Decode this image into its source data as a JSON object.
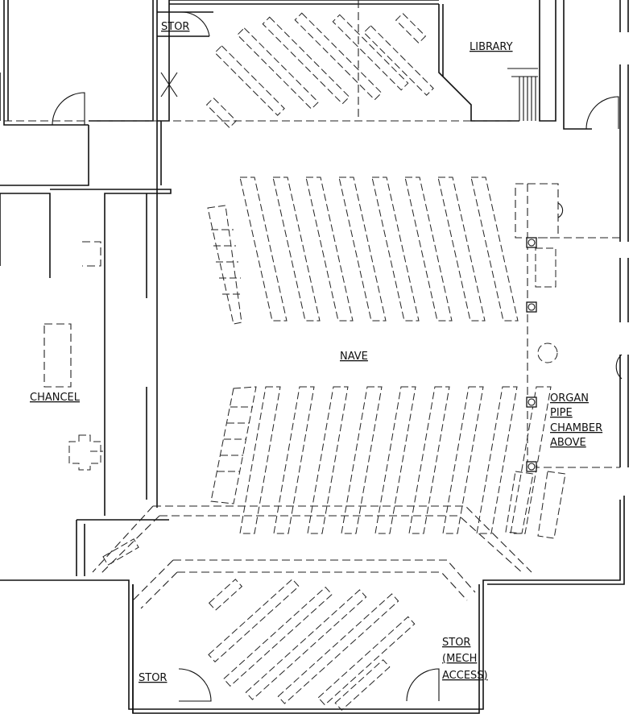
{
  "labels": {
    "stor_top": "STOR",
    "library": "LIBRARY",
    "nave": "NAVE",
    "chancel": "CHANCEL",
    "organ": [
      "ORGAN",
      "PIPE",
      "CHAMBER",
      "ABOVE"
    ],
    "stor_bottom_left": "STOR",
    "stor_mech": [
      "STOR",
      "(MECH",
      "ACCESS)"
    ]
  }
}
